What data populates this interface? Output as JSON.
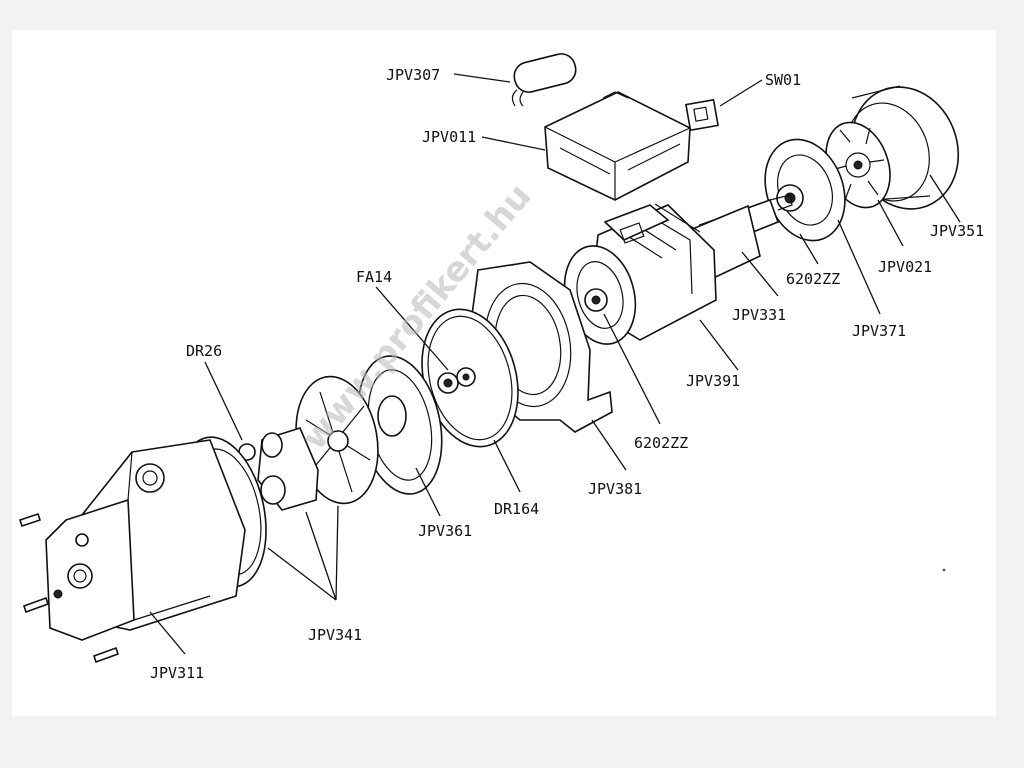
{
  "diagram": {
    "watermark": "www.profikert.hu",
    "labels": {
      "jpv307": "JPV307",
      "sw01": "SW01",
      "jpv011": "JPV011",
      "jpv351": "JPV351",
      "jpv021": "JPV021",
      "bearing_rear": "6202ZZ",
      "jpv331": "JPV331",
      "jpv371": "JPV371",
      "jpv391": "JPV391",
      "bearing_front": "6202ZZ",
      "fa14": "FA14",
      "dr26": "DR26",
      "jpv381": "JPV381",
      "dr164": "DR164",
      "jpv361": "JPV361",
      "jpv341": "JPV341",
      "jpv311": "JPV311"
    }
  }
}
